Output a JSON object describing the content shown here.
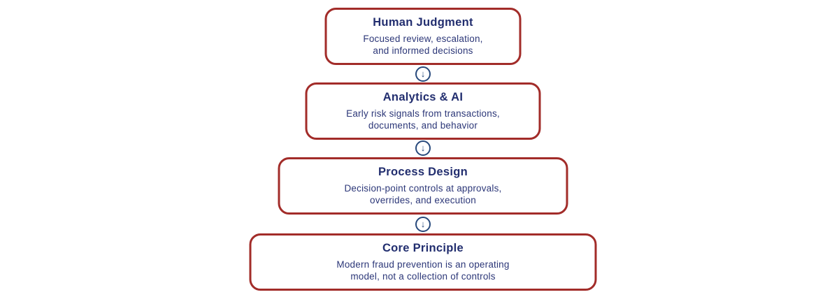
{
  "colors": {
    "box_border": "#a22c29",
    "title_text": "#222e6f",
    "body_text": "#2c3778",
    "arrow_blue": "#27497c",
    "background": "#ffffff"
  },
  "diagram": {
    "connector_glyph": "↓",
    "boxes": [
      {
        "title": "Human Judgment",
        "lines": [
          "Focused review, escalation,",
          "and informed decisions"
        ]
      },
      {
        "title": "Analytics & AI",
        "lines": [
          "Early risk signals from transactions,",
          "documents, and behavior"
        ]
      },
      {
        "title": "Process Design",
        "lines": [
          "Decision-point controls at approvals,",
          "overrides, and execution"
        ]
      },
      {
        "title": "Core Principle",
        "lines": [
          "Modern fraud prevention is an operating",
          "model, not a collection of controls"
        ]
      }
    ]
  }
}
